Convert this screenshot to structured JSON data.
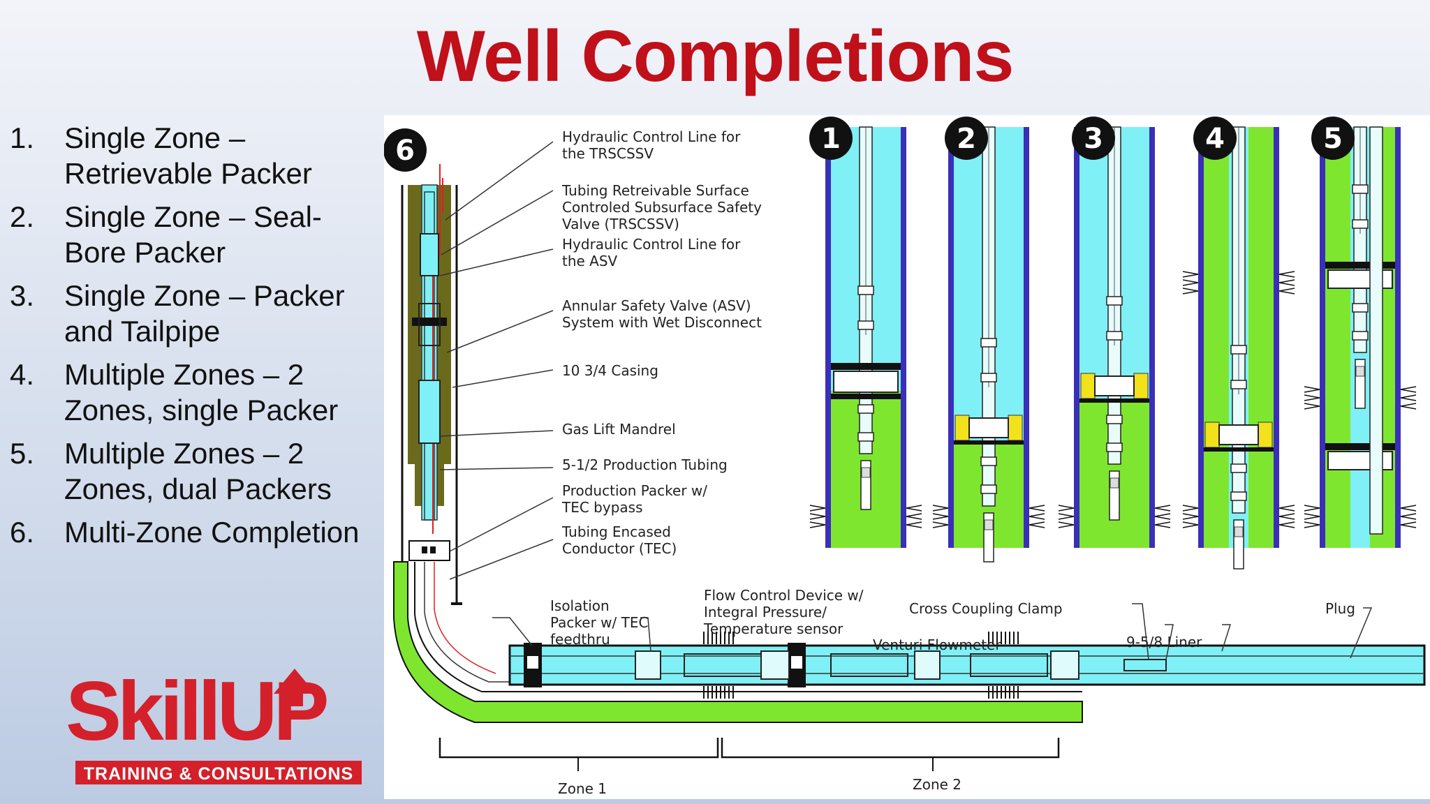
{
  "title": "Well Completions",
  "list": [
    {
      "num": "1.",
      "line1": "Single Zone –",
      "line2": "Retrievable Packer"
    },
    {
      "num": "2.",
      "line1": "Single Zone – Seal-",
      "line2": "Bore Packer"
    },
    {
      "num": "3.",
      "line1": "Single Zone – Packer",
      "line2": "and Tailpipe"
    },
    {
      "num": "4.",
      "line1": "Multiple Zones – 2",
      "line2": "Zones, single Packer"
    },
    {
      "num": "5.",
      "line1": "Multiple Zones – 2",
      "line2": "Zones, dual Packers"
    },
    {
      "num": "6.",
      "line1": "Multi-Zone Completion",
      "line2": ""
    }
  ],
  "badges": [
    "1",
    "2",
    "3",
    "4",
    "5",
    "6"
  ],
  "labels": {
    "hcl_trsc_1": "Hydraulic Control Line for",
    "hcl_trsc_2": "the TRSCSSV",
    "trsc_1": "Tubing Retreivable Surface",
    "trsc_2": "Controled Subsurface Safety",
    "trsc_3": "Valve (TRSCSSV)",
    "hcl_asv_1": "Hydraulic Control Line for",
    "hcl_asv_2": "the ASV",
    "asv_1": "Annular Safety Valve (ASV)",
    "asv_2": "System with Wet Disconnect",
    "casing": "10 3/4 Casing",
    "glm": "Gas Lift Mandrel",
    "tubing": "5-1/2 Production Tubing",
    "packer_1": "Production Packer w/",
    "packer_2": "TEC bypass",
    "tec_1": "Tubing Encased",
    "tec_2": "Conductor (TEC)",
    "iso_1": "Isolation",
    "iso_2": "Packer w/ TEC",
    "iso_3": "feedthru",
    "fcd_1": "Flow Control Device w/",
    "fcd_2": "Integral Pressure/",
    "fcd_3": "Temperature sensor",
    "clamp": "Cross Coupling Clamp",
    "venturi": "Venturi Flowmeter",
    "liner": "9-5/8 Liner",
    "plug": "Plug",
    "zone1": "Zone 1",
    "zone2": "Zone 2"
  },
  "logo": {
    "word": "SkillUP",
    "tagline": "TRAINING & CONSULTATIONS"
  },
  "colors": {
    "title": "#c0101a",
    "fluid": "#7ff0f5",
    "annulus": "#7fe62f",
    "casing": "#3a2fb8",
    "packer": "#f2e21b",
    "earth": "#6b6a1c"
  }
}
